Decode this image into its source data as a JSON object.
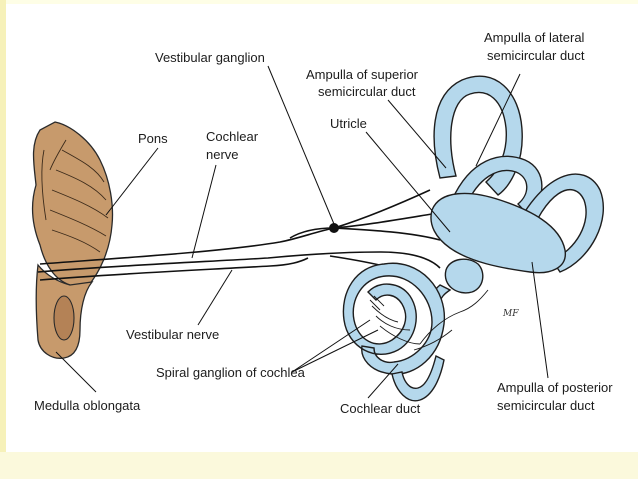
{
  "diagram": {
    "labels": {
      "vestibular_ganglion": "Vestibular ganglion",
      "ampulla_superior_1": "Ampulla of superior",
      "ampulla_superior_2": "semicircular duct",
      "ampulla_lateral_1": "Ampulla of lateral",
      "ampulla_lateral_2": "semicircular duct",
      "pons": "Pons",
      "cochlear_nerve_1": "Cochlear",
      "cochlear_nerve_2": "nerve",
      "utricle": "Utricle",
      "vestibular_nerve": "Vestibular nerve",
      "spiral_ganglion": "Spiral ganglion of cochlea",
      "medulla_oblongata": "Medulla oblongata",
      "cochlear_duct": "Cochlear duct",
      "ampulla_posterior_1": "Ampulla of posterior",
      "ampulla_posterior_2": "semicircular duct",
      "artist_signature": "MF"
    },
    "colors": {
      "labyrinth_fill": "#b5d8ec",
      "labyrinth_stroke": "#1e1e1e",
      "brainstem_fill": "#c79a6c",
      "brainstem_shade": "#a87a4e",
      "line": "#111111",
      "background": "#ffffff"
    }
  }
}
